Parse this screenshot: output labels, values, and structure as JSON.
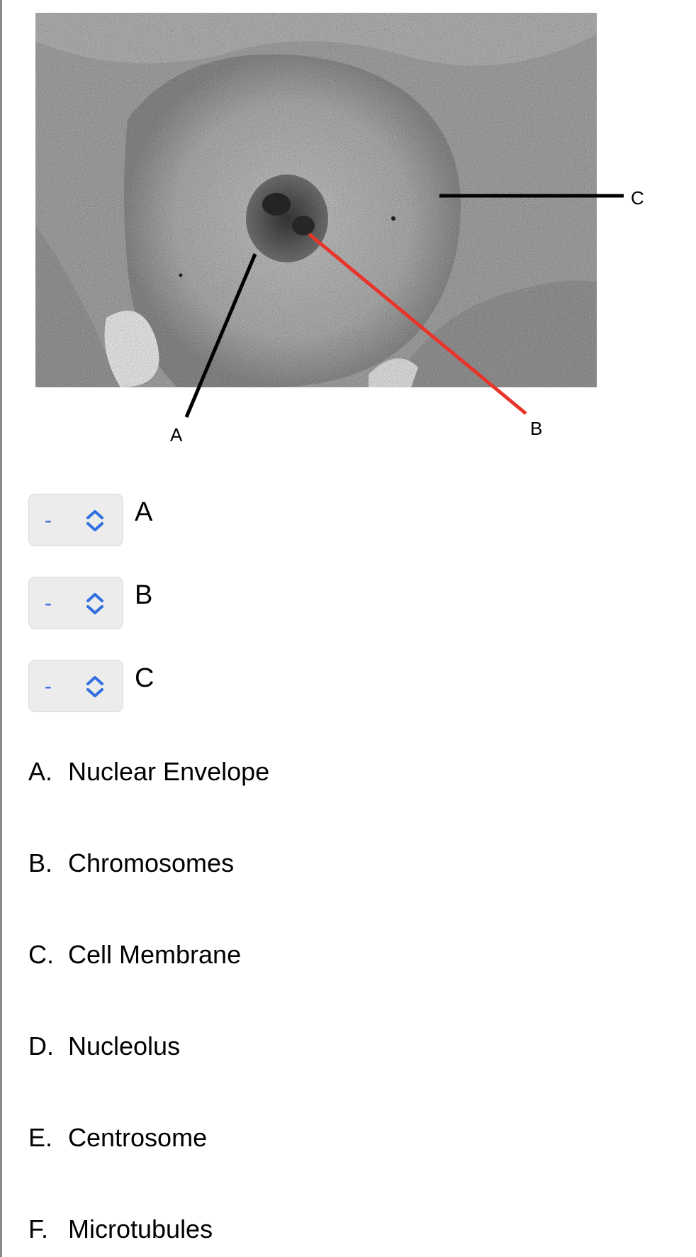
{
  "figure": {
    "labels": {
      "a": "A",
      "b": "B",
      "c": "C"
    },
    "pointer_colors": {
      "a": "#000000",
      "b": "#e8352b",
      "c": "#000000"
    }
  },
  "dropdowns": [
    {
      "label": "A",
      "selected": "-"
    },
    {
      "label": "B",
      "selected": "-"
    },
    {
      "label": "C",
      "selected": "-"
    }
  ],
  "answer_options": [
    {
      "letter": "A.",
      "text": "Nuclear Envelope"
    },
    {
      "letter": "B.",
      "text": "Chromosomes"
    },
    {
      "letter": "C.",
      "text": "Cell Membrane"
    },
    {
      "letter": "D.",
      "text": "Nucleolus"
    },
    {
      "letter": "E.",
      "text": "Centrosome"
    },
    {
      "letter": "F.",
      "text": "Microtubules"
    }
  ],
  "colors": {
    "accent": "#2f6fe0",
    "select_bg": "#ececec"
  }
}
